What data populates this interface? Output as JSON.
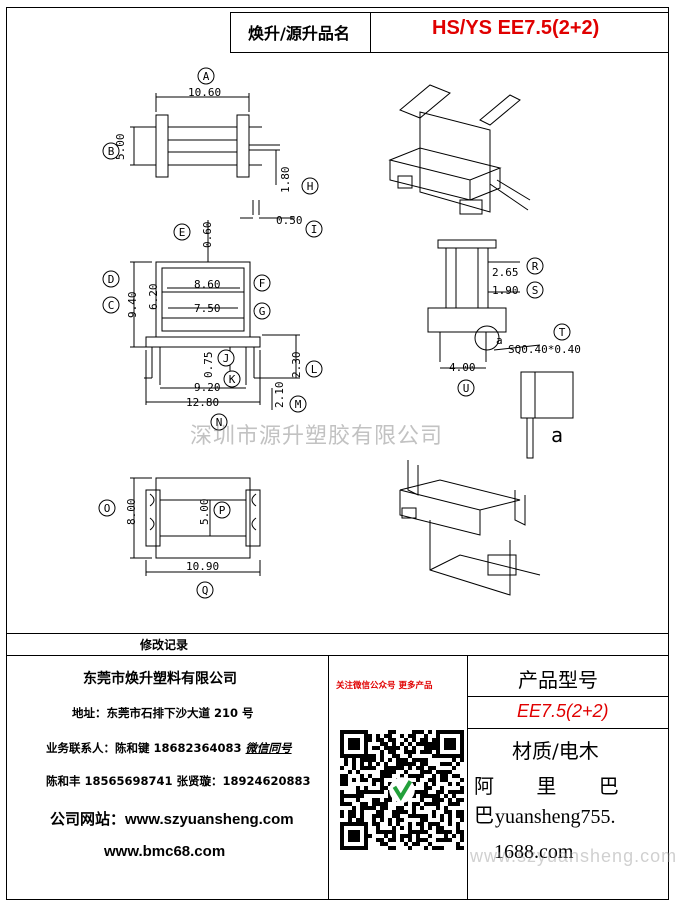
{
  "header": {
    "label": "焕升/源升品名",
    "value": "HS/YS EE7.5(2+2)"
  },
  "dimensions": {
    "A": "10.60",
    "B": "5.00",
    "H": "1.80",
    "I": "0.50",
    "E": "0.60",
    "F": "8.60",
    "G": "7.50",
    "C": "9.40",
    "D": "6.20",
    "J": "0.75",
    "K": "9.20",
    "N": "12.80",
    "L": "2.30",
    "M": "2.10",
    "R": "2.65",
    "S": "1.90",
    "T": "SQ0.40*0.40",
    "U": "4.00",
    "O": "8.00",
    "P": "5.00",
    "Q": "10.90"
  },
  "markers": [
    "A",
    "B",
    "H",
    "I",
    "E",
    "F",
    "G",
    "C",
    "D",
    "J",
    "K",
    "N",
    "L",
    "M",
    "R",
    "S",
    "T",
    "U",
    "O",
    "P",
    "Q"
  ],
  "detail_label": "a",
  "watermark_center": "深圳市源升塑胶有限公司",
  "watermark_bottom": "www.szyuansheng.com",
  "revision_label": "修改记录",
  "company": {
    "name": "东莞市焕升塑料有限公司",
    "address": "地址：东莞市石排下沙大道 210 号",
    "contact1": "业务联系人：陈和键 18682364083",
    "wechat_label": "微信同号",
    "contact2": "陈和丰 18565698741 张贤璇：18924620883",
    "website": "公司网站：www.szyuansheng.com",
    "website2": "www.bmc68.com"
  },
  "qr_note": "关注微信公众号 更多产品",
  "product": {
    "model_label": "产品型号",
    "model_value": "EE7.5(2+2)",
    "material_label": "材质/电木",
    "alibaba": "阿 里 巴 巴",
    "shop_line1": "yuansheng755.",
    "shop_line2": "1688.com"
  }
}
